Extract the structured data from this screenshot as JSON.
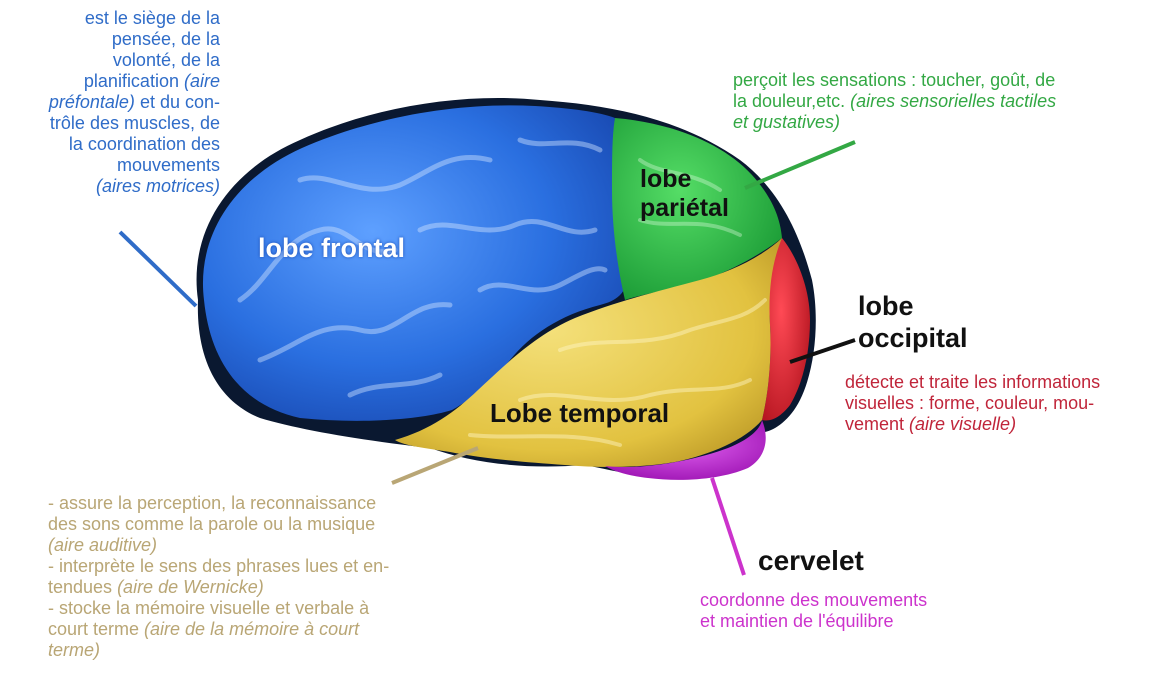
{
  "colors": {
    "frontal": "#2a6fe0",
    "parietal": "#22b04a",
    "occipital": "#d4202a",
    "temporal": "#e2c240",
    "cervelet": "#bb22cc",
    "label": "#111111",
    "frontal_text": "#2f6cc8",
    "parietal_text": "#33a844",
    "occipital_text": "#c0253a",
    "temporal_text": "#b9a675",
    "cervelet_text": "#cc33cc"
  },
  "labels": {
    "frontal": "lobe frontal",
    "parietal_1": "lobe",
    "parietal_2": "pariétal",
    "occipital_1": "lobe",
    "occipital_2": "occipital",
    "temporal": "Lobe temporal",
    "cervelet": "cervelet"
  },
  "frontal_desc": {
    "l1": "est le siège de la",
    "l2": "pensée, de la",
    "l3": "volonté, de la",
    "l4": "planification ",
    "l4i": "(aire",
    "l5i": "préfontale)",
    "l5": " et du con-",
    "l6": "trôle des muscles, de",
    "l7": "la coordination des",
    "l8": "mouvements",
    "l9i": "(aires motrices)"
  },
  "parietal_desc": {
    "l1": "perçoit les sensations : toucher, goût, de",
    "l2": "la douleur,etc. ",
    "l2i": "(aires sensorielles tactiles",
    "l3i": "et gustatives)"
  },
  "occipital_desc": {
    "l1": "détecte et traite les informations",
    "l2": "visuelles : forme, couleur, mou-",
    "l3": "vement ",
    "l3i": "(aire visuelle)"
  },
  "temporal_desc": {
    "l1": "- assure la perception, la reconnaissance",
    "l2": "des sons comme la parole ou la musique",
    "l3i": "(aire auditive)",
    "l4": "- interprète le sens des phrases lues et en-",
    "l5": "tendues ",
    "l5i": "(aire de Wernicke)",
    "l6": "- stocke la mémoire visuelle et  verbale à",
    "l7": "court terme ",
    "l7i": "(aire de la mémoire à court",
    "l8i": "terme)"
  },
  "cervelet_desc": {
    "l1": "coordonne des mouvements",
    "l2": "et maintien de l'équilibre"
  }
}
